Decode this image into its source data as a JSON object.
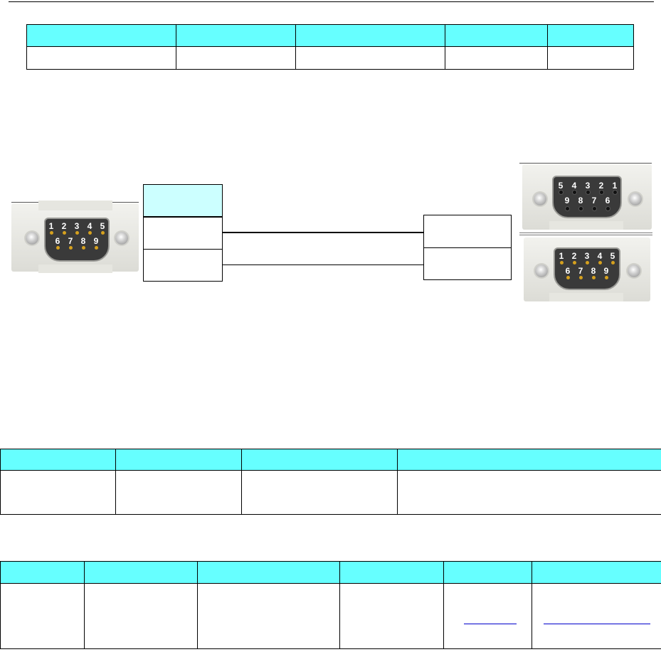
{
  "document": {
    "table1": {
      "header": [
        "",
        "",
        "",
        "",
        ""
      ],
      "row": [
        "",
        "",
        "",
        "",
        ""
      ]
    },
    "table2": {
      "header": [
        "",
        "",
        "",
        ""
      ],
      "row": [
        "",
        "",
        "",
        ""
      ]
    },
    "table3": {
      "header": [
        "",
        "",
        "",
        "",
        "",
        ""
      ],
      "row": [
        "",
        "",
        "",
        "",
        "",
        ""
      ]
    }
  },
  "connectors": {
    "left_female_pins_top": [
      "1",
      "2",
      "3",
      "4",
      "5"
    ],
    "left_female_pins_bottom": [
      "6",
      "7",
      "8",
      "9"
    ],
    "right_male_pins_top": [
      "5",
      "4",
      "3",
      "2",
      "1"
    ],
    "right_male_pins_bottom": [
      "9",
      "8",
      "7",
      "6"
    ],
    "right_female_pins_top": [
      "1",
      "2",
      "3",
      "4",
      "5"
    ],
    "right_female_pins_bottom": [
      "6",
      "7",
      "8",
      "9"
    ]
  },
  "colors": {
    "table_header": "#66ffff",
    "diagram_header_box": "#ccffff",
    "pin_gold": "#d6a11e",
    "link": "#0000cc"
  }
}
